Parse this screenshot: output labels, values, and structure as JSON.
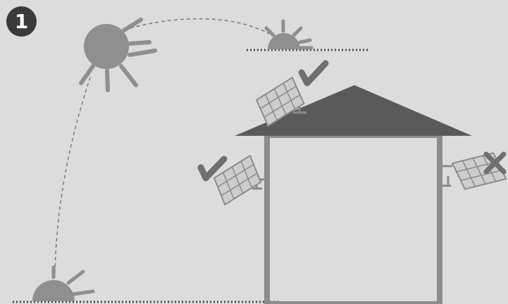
{
  "badge": {
    "step_number": "1"
  },
  "colors": {
    "background": "#dcdcdc",
    "sun_fill": "#8f8f8f",
    "sun_ray": "#8f8f8f",
    "roof": "#5a5a5a",
    "wall": "#8c8c8c",
    "panel": "#c8c8c8",
    "panel_grid": "#8a8a8a",
    "check": "#6f6f6f",
    "cross": "#6f6f6f",
    "dotted_line": "#4a4a4a",
    "sun_path": "#7a7a7a"
  },
  "panels": [
    {
      "name": "roof-panel",
      "status": "good",
      "icon": "check-icon"
    },
    {
      "name": "left-wall-panel",
      "status": "good",
      "icon": "check-icon"
    },
    {
      "name": "right-wall-panel",
      "status": "bad",
      "icon": "cross-icon"
    }
  ]
}
